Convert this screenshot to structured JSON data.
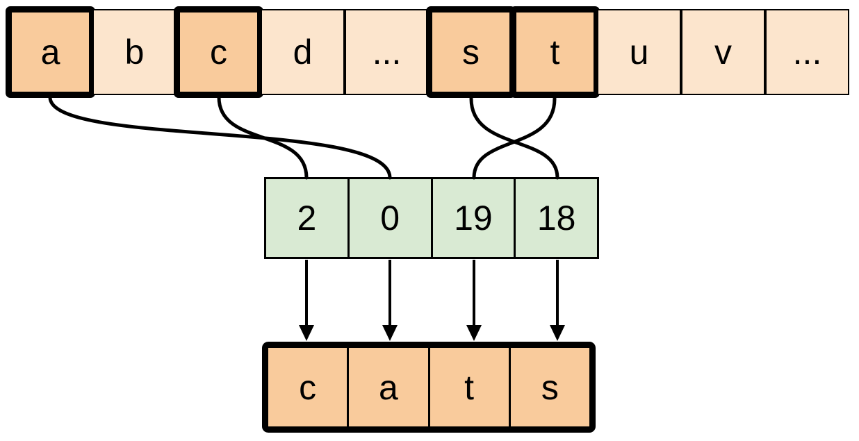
{
  "alphabet_row": {
    "cells": [
      {
        "label": "a",
        "highlighted": true
      },
      {
        "label": "b",
        "highlighted": false
      },
      {
        "label": "c",
        "highlighted": true
      },
      {
        "label": "d",
        "highlighted": false
      },
      {
        "label": "...",
        "highlighted": false
      },
      {
        "label": "s",
        "highlighted": true
      },
      {
        "label": "t",
        "highlighted": true
      },
      {
        "label": "u",
        "highlighted": false
      },
      {
        "label": "v",
        "highlighted": false
      },
      {
        "label": "...",
        "highlighted": false
      }
    ]
  },
  "index_row": {
    "cells": [
      {
        "value": "2"
      },
      {
        "value": "0"
      },
      {
        "value": "19"
      },
      {
        "value": "18"
      }
    ]
  },
  "word_row": {
    "cells": [
      {
        "letter": "c"
      },
      {
        "letter": "a"
      },
      {
        "letter": "t"
      },
      {
        "letter": "s"
      }
    ]
  },
  "connections": [
    {
      "from_letter": "a",
      "to_index": "0"
    },
    {
      "from_letter": "c",
      "to_index": "2"
    },
    {
      "from_letter": "s",
      "to_index": "18"
    },
    {
      "from_letter": "t",
      "to_index": "19"
    }
  ],
  "colors": {
    "highlight_fill": "#f9cb9c",
    "alphabet_fill": "#fce5cd",
    "index_fill": "#d9ead3",
    "word_fill": "#f9cb9c",
    "line": "#000000"
  }
}
